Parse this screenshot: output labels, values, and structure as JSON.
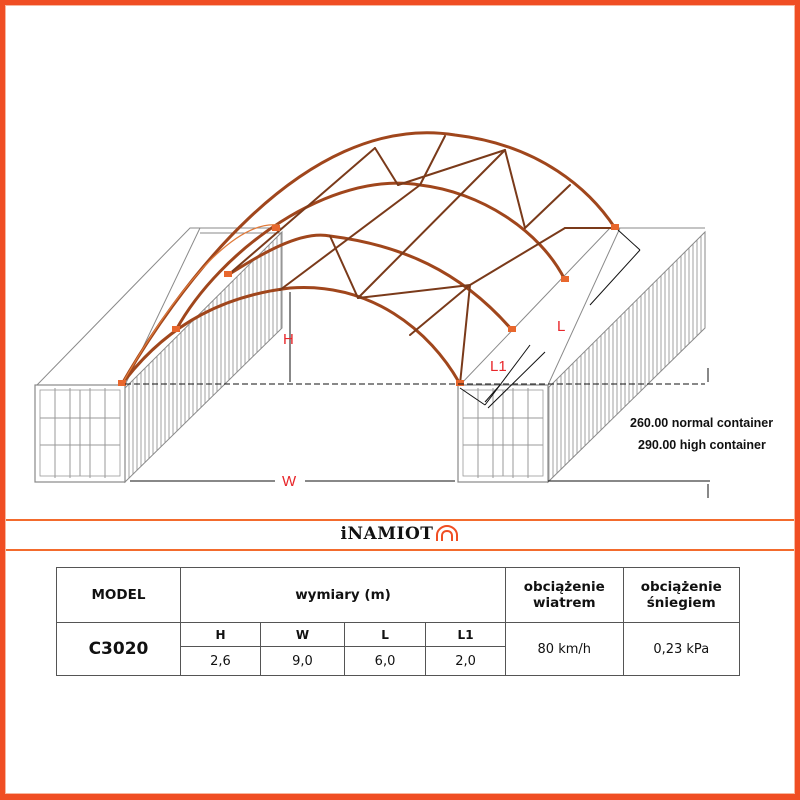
{
  "diagram": {
    "labels": {
      "H": "H",
      "W": "W",
      "L": "L",
      "L1": "L1"
    },
    "notes": [
      "260.00 normal container",
      "290.00 high container"
    ],
    "colors": {
      "frame": "#f04e23",
      "arch": "#a0461c",
      "arch_highlight": "#e07a3a",
      "dimension_label": "#e8262a",
      "container": "#7a7a7a"
    }
  },
  "brand": {
    "name": "iNAMIOT",
    "icon": "tent-icon"
  },
  "spec_table": {
    "headers": {
      "model": "MODEL",
      "dimensions": "wymiary (m)",
      "wind_load": [
        "obciążenie",
        "wiatrem"
      ],
      "snow_load": [
        "obciążenie",
        "śniegiem"
      ]
    },
    "dimension_columns": [
      "H",
      "W",
      "L",
      "L1"
    ],
    "rows": [
      {
        "model": "C3020",
        "values": [
          "2,6",
          "9,0",
          "6,0",
          "2,0"
        ],
        "wind": "80 km/h",
        "snow": "0,23 kPa"
      }
    ]
  }
}
